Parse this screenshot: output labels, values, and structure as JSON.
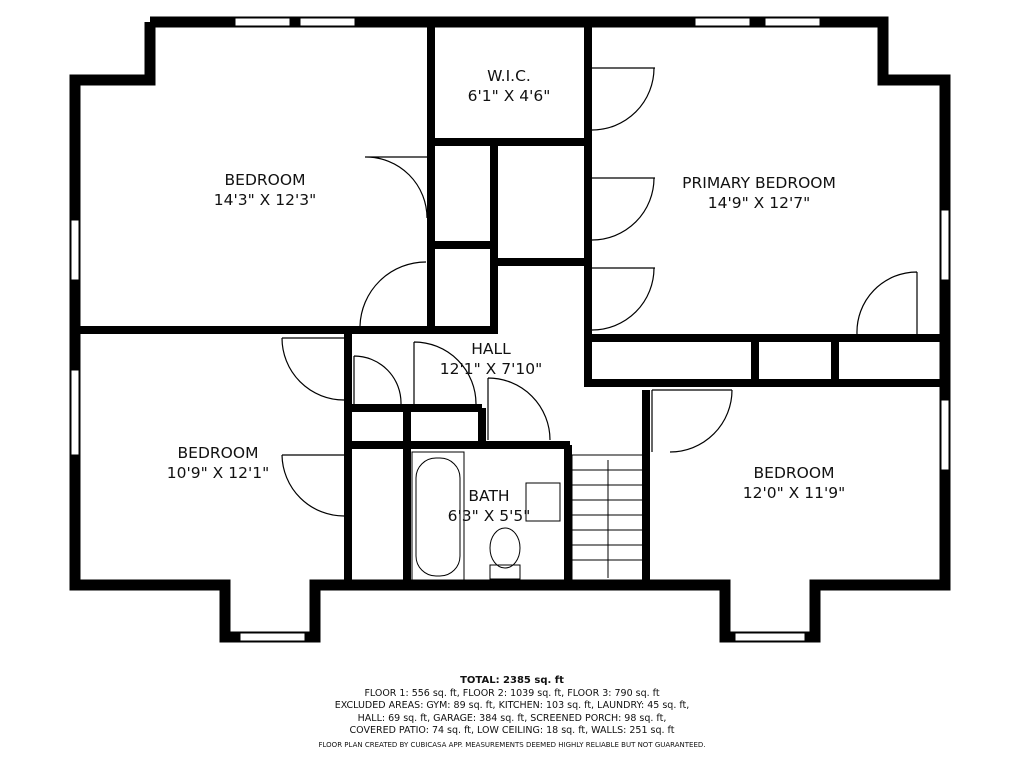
{
  "rooms": {
    "bedroom1": {
      "name": "BEDROOM",
      "size": "14'3\" X 12'3\""
    },
    "wic": {
      "name": "W.I.C.",
      "size": "6'1\" X 4'6\""
    },
    "primary": {
      "name": "PRIMARY BEDROOM",
      "size": "14'9\" X 12'7\""
    },
    "hall": {
      "name": "HALL",
      "size": "12'1\" X 7'10\""
    },
    "bedroom2": {
      "name": "BEDROOM",
      "size": "10'9\" X 12'1\""
    },
    "bath": {
      "name": "BATH",
      "size": "6'3\" X 5'5\""
    },
    "bedroom3": {
      "name": "BEDROOM",
      "size": "12'0\" X 11'9\""
    }
  },
  "summary": {
    "total": "TOTAL: 2385 sq. ft",
    "line1": "FLOOR 1: 556 sq. ft, FLOOR 2: 1039 sq. ft, FLOOR 3: 790 sq. ft",
    "line2": "EXCLUDED AREAS: GYM: 89 sq. ft, KITCHEN: 103 sq. ft, LAUNDRY: 45 sq. ft,",
    "line3": "HALL: 69 sq. ft, GARAGE: 384 sq. ft, SCREENED PORCH: 98 sq. ft,",
    "line4": "COVERED PATIO: 74 sq. ft, LOW CEILING: 18 sq. ft, WALLS: 251 sq. ft"
  },
  "disclaimer": "FLOOR PLAN CREATED BY CUBICASA APP. MEASUREMENTS DEEMED HIGHLY RELIABLE BUT NOT GUARANTEED.",
  "colors": {
    "wall": "#000000",
    "background": "#ffffff"
  }
}
